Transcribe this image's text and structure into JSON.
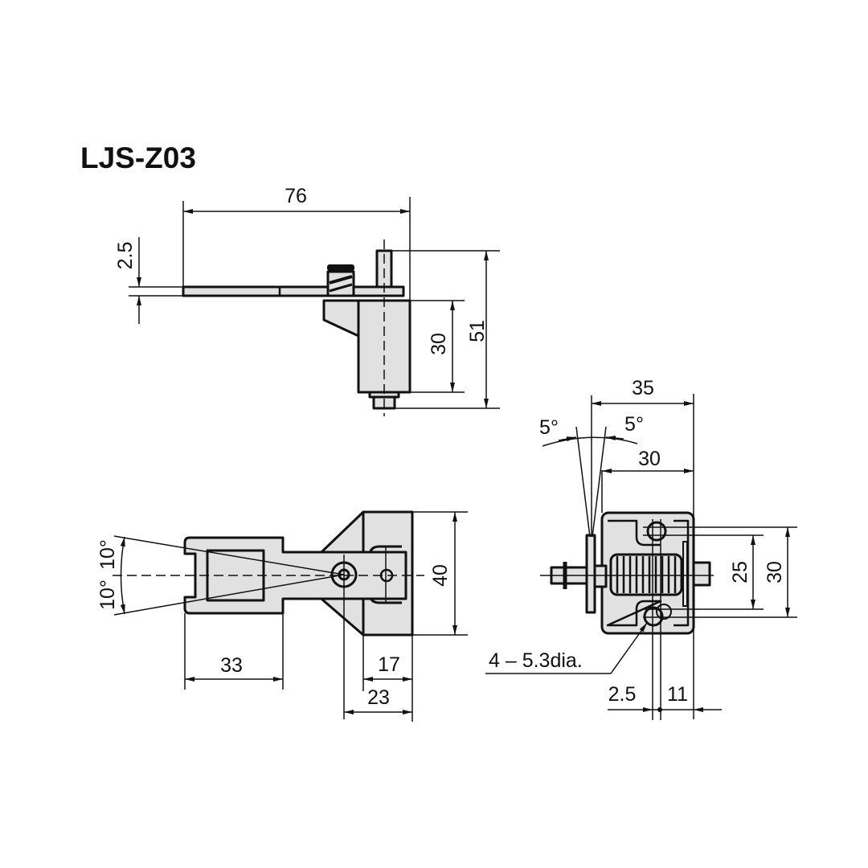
{
  "title": "LJS-Z03",
  "colors": {
    "line": "#111111",
    "part_fill": "#e1e1e1",
    "background": "#ffffff"
  },
  "views": {
    "side_view": {
      "dimensions": {
        "length": "76",
        "plate_thickness": "2.5",
        "body_height": "30",
        "overall_height": "51"
      }
    },
    "top_view": {
      "dimensions": {
        "angle_up": "10°",
        "angle_down": "10°",
        "slot_length": "33",
        "body_width": "40",
        "body_depth": "17",
        "pivot_offset": "23"
      }
    },
    "front_view": {
      "dimensions": {
        "overall_width": "35",
        "body_width": "30",
        "angle_left": "5°",
        "angle_right": "5°",
        "hole_pitch": "25",
        "body_height": "30",
        "hole_spec": "4 – 5.3dia.",
        "hole_offset": "2.5",
        "hole_edge": "11"
      }
    }
  }
}
